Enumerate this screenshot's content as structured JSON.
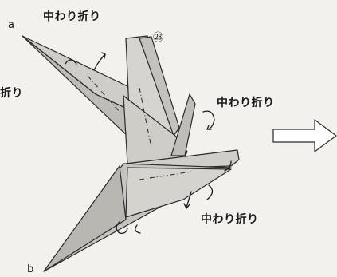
{
  "diagram": {
    "step_number": "㉘",
    "point_a": "a",
    "point_b": "b",
    "annotations": {
      "top": "中わり折り",
      "left_partial": "折り",
      "right": "中わり折り",
      "bottom": "中わり折り"
    },
    "colors": {
      "paper_face": "#c9c7c2",
      "paper_light": "#dcdad5",
      "line": "#2a2a2a",
      "background": "#f2f1ee"
    }
  }
}
